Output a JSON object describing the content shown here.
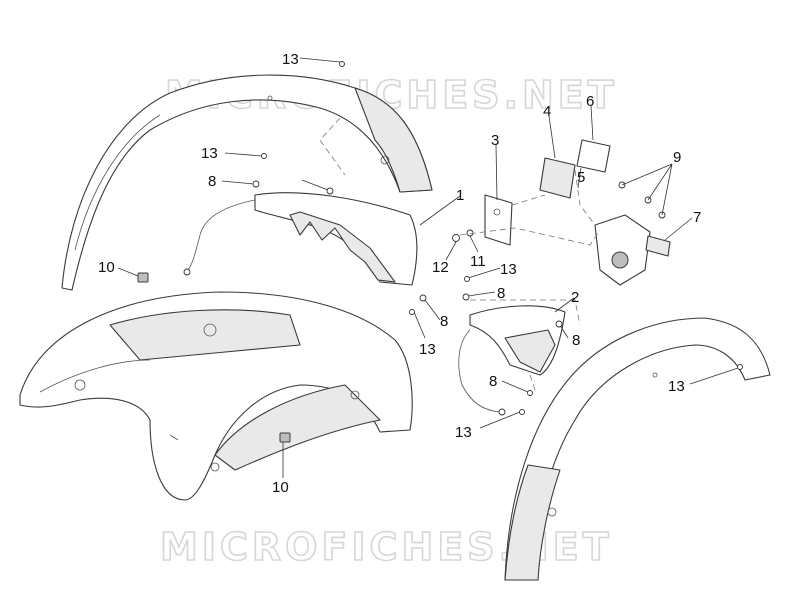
{
  "watermark": {
    "text": "MICROFICHES.NET"
  },
  "callouts": [
    {
      "id": "c13a",
      "text": "13"
    },
    {
      "id": "c13b",
      "text": "13"
    },
    {
      "id": "c8a",
      "text": "8"
    },
    {
      "id": "c1",
      "text": "1"
    },
    {
      "id": "c10a",
      "text": "10"
    },
    {
      "id": "c3",
      "text": "3"
    },
    {
      "id": "c4",
      "text": "4"
    },
    {
      "id": "c6",
      "text": "6"
    },
    {
      "id": "c5",
      "text": "5"
    },
    {
      "id": "c9",
      "text": "9"
    },
    {
      "id": "c7",
      "text": "7"
    },
    {
      "id": "c11",
      "text": "11"
    },
    {
      "id": "c12",
      "text": "12"
    },
    {
      "id": "c13c",
      "text": "13"
    },
    {
      "id": "c8b",
      "text": "8"
    },
    {
      "id": "c2",
      "text": "2"
    },
    {
      "id": "c8c",
      "text": "8"
    },
    {
      "id": "c13d",
      "text": "13"
    },
    {
      "id": "c8d",
      "text": "8"
    },
    {
      "id": "c8e",
      "text": "8"
    },
    {
      "id": "c13e",
      "text": "13"
    },
    {
      "id": "c13f",
      "text": "13"
    },
    {
      "id": "c10b",
      "text": "10"
    }
  ]
}
